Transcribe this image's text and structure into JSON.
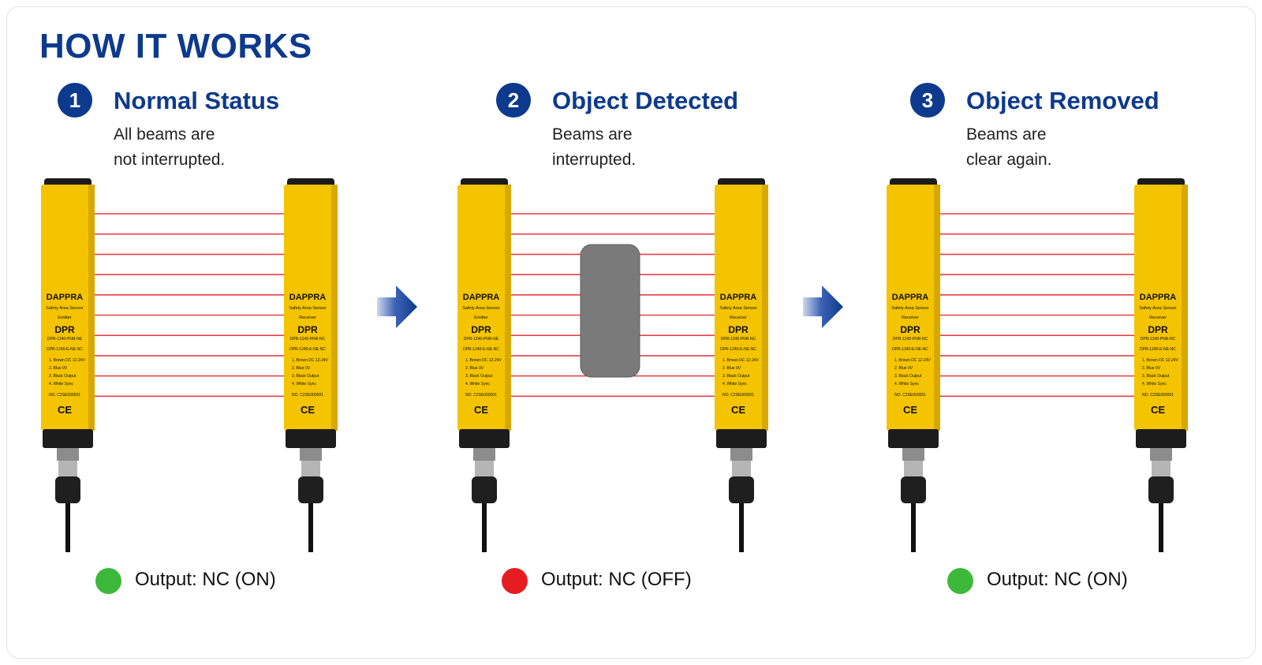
{
  "title": "HOW IT WORKS",
  "colors": {
    "brand": "#0d3a8c",
    "sensor_yellow": "#f5c400",
    "beam_red": "#e0202a",
    "status_on": "#3cb93a",
    "status_off": "#e51d22",
    "object_gray": "#7a7a7a"
  },
  "steps": [
    {
      "number": "1",
      "title": "Normal Status",
      "desc_lines": [
        "All beams are",
        "not interrupted."
      ],
      "output_label": "Output: NC (ON)",
      "status": "on",
      "object_present": false,
      "left_sensor": {
        "brand": "DAPPRA",
        "subtitle": "Safety Area Sensor",
        "role": "Emitter",
        "model": "DPR",
        "spec1": "DPR-1240-PNR-NE",
        "spec2": "DPR-1240-E-NE-NC",
        "wiring": [
          "1. Brown DC 12-24V",
          "2. Blue 0V",
          "3. Black Output",
          "4. White Sync"
        ],
        "serial": "NO. C2SE000001",
        "mark": "CE"
      },
      "right_sensor": {
        "brand": "DAPPRA",
        "subtitle": "Safety Area Sensor",
        "role": "Receiver",
        "model": "DPR",
        "spec1": "DPR-1240-PNR-NC",
        "spec2": "DPR-1240-E-NE-NC",
        "wiring": [
          "1. Brown DC 12-24V",
          "2. Blue 0V",
          "3. Black Output",
          "4. White Sync"
        ],
        "serial": "NO. C2SE000001",
        "mark": "CE"
      }
    },
    {
      "number": "2",
      "title": "Object Detected",
      "desc_lines": [
        "Beams are",
        "interrupted."
      ],
      "output_label": "Output: NC (OFF)",
      "status": "off",
      "object_present": true,
      "left_sensor": {
        "brand": "DAPPRA",
        "subtitle": "Safety Area Sensor",
        "role": "Emitter",
        "model": "DPR",
        "spec1": "DPR-1240-PNR-NE",
        "spec2": "DPR-1240-E-NE-NC",
        "wiring": [
          "1. Brown DC 12-24V",
          "2. Blue 0V",
          "3. Black Output",
          "4. White Sync"
        ],
        "serial": "NO. C2SE000001",
        "mark": "CE"
      },
      "right_sensor": {
        "brand": "DAPPRA",
        "subtitle": "Safety Area Sensor",
        "role": "Receiver",
        "model": "DPR",
        "spec1": "DPR-1240-PNR-NC",
        "spec2": "DPR-1240-E-NE-NC",
        "wiring": [
          "1. Brown DC 12-24V",
          "2. Blue 0V",
          "3. Black Output",
          "4. White Sync"
        ],
        "serial": "NO. C2SE000001",
        "mark": "CE"
      }
    },
    {
      "number": "3",
      "title": "Object Removed",
      "desc_lines": [
        "Beams are",
        "clear again."
      ],
      "output_label": "Output: NC (ON)",
      "status": "on",
      "object_present": false,
      "left_sensor": {
        "brand": "DAPPRA",
        "subtitle": "Safety Area Sensor",
        "role": "Receiver",
        "model": "DPR",
        "spec1": "DPR-1240-PNR-NC",
        "spec2": "DPR-1240-E-NE-NC",
        "wiring": [
          "1. Brown DC 12-24V",
          "2. Blue 0V",
          "3. Black Output",
          "4. White Sync"
        ],
        "serial": "NO. C2SE000001",
        "mark": "CE"
      },
      "right_sensor": {
        "brand": "DAPPRA",
        "subtitle": "Safety Area Sensor",
        "role": "Receiver",
        "model": "DPR",
        "spec1": "DPR-1240-PNR-NC",
        "spec2": "DPR-1240-E-NE-NC",
        "wiring": [
          "1. Brown DC 12-24V",
          "2. Blue 0V",
          "3. Black Output",
          "4. White Sync"
        ],
        "serial": "NO. C2SE000001",
        "mark": "CE"
      }
    }
  ],
  "beam_count": 10,
  "icons": {
    "transition": "arrow-right-icon",
    "status": "status-dot-icon"
  }
}
